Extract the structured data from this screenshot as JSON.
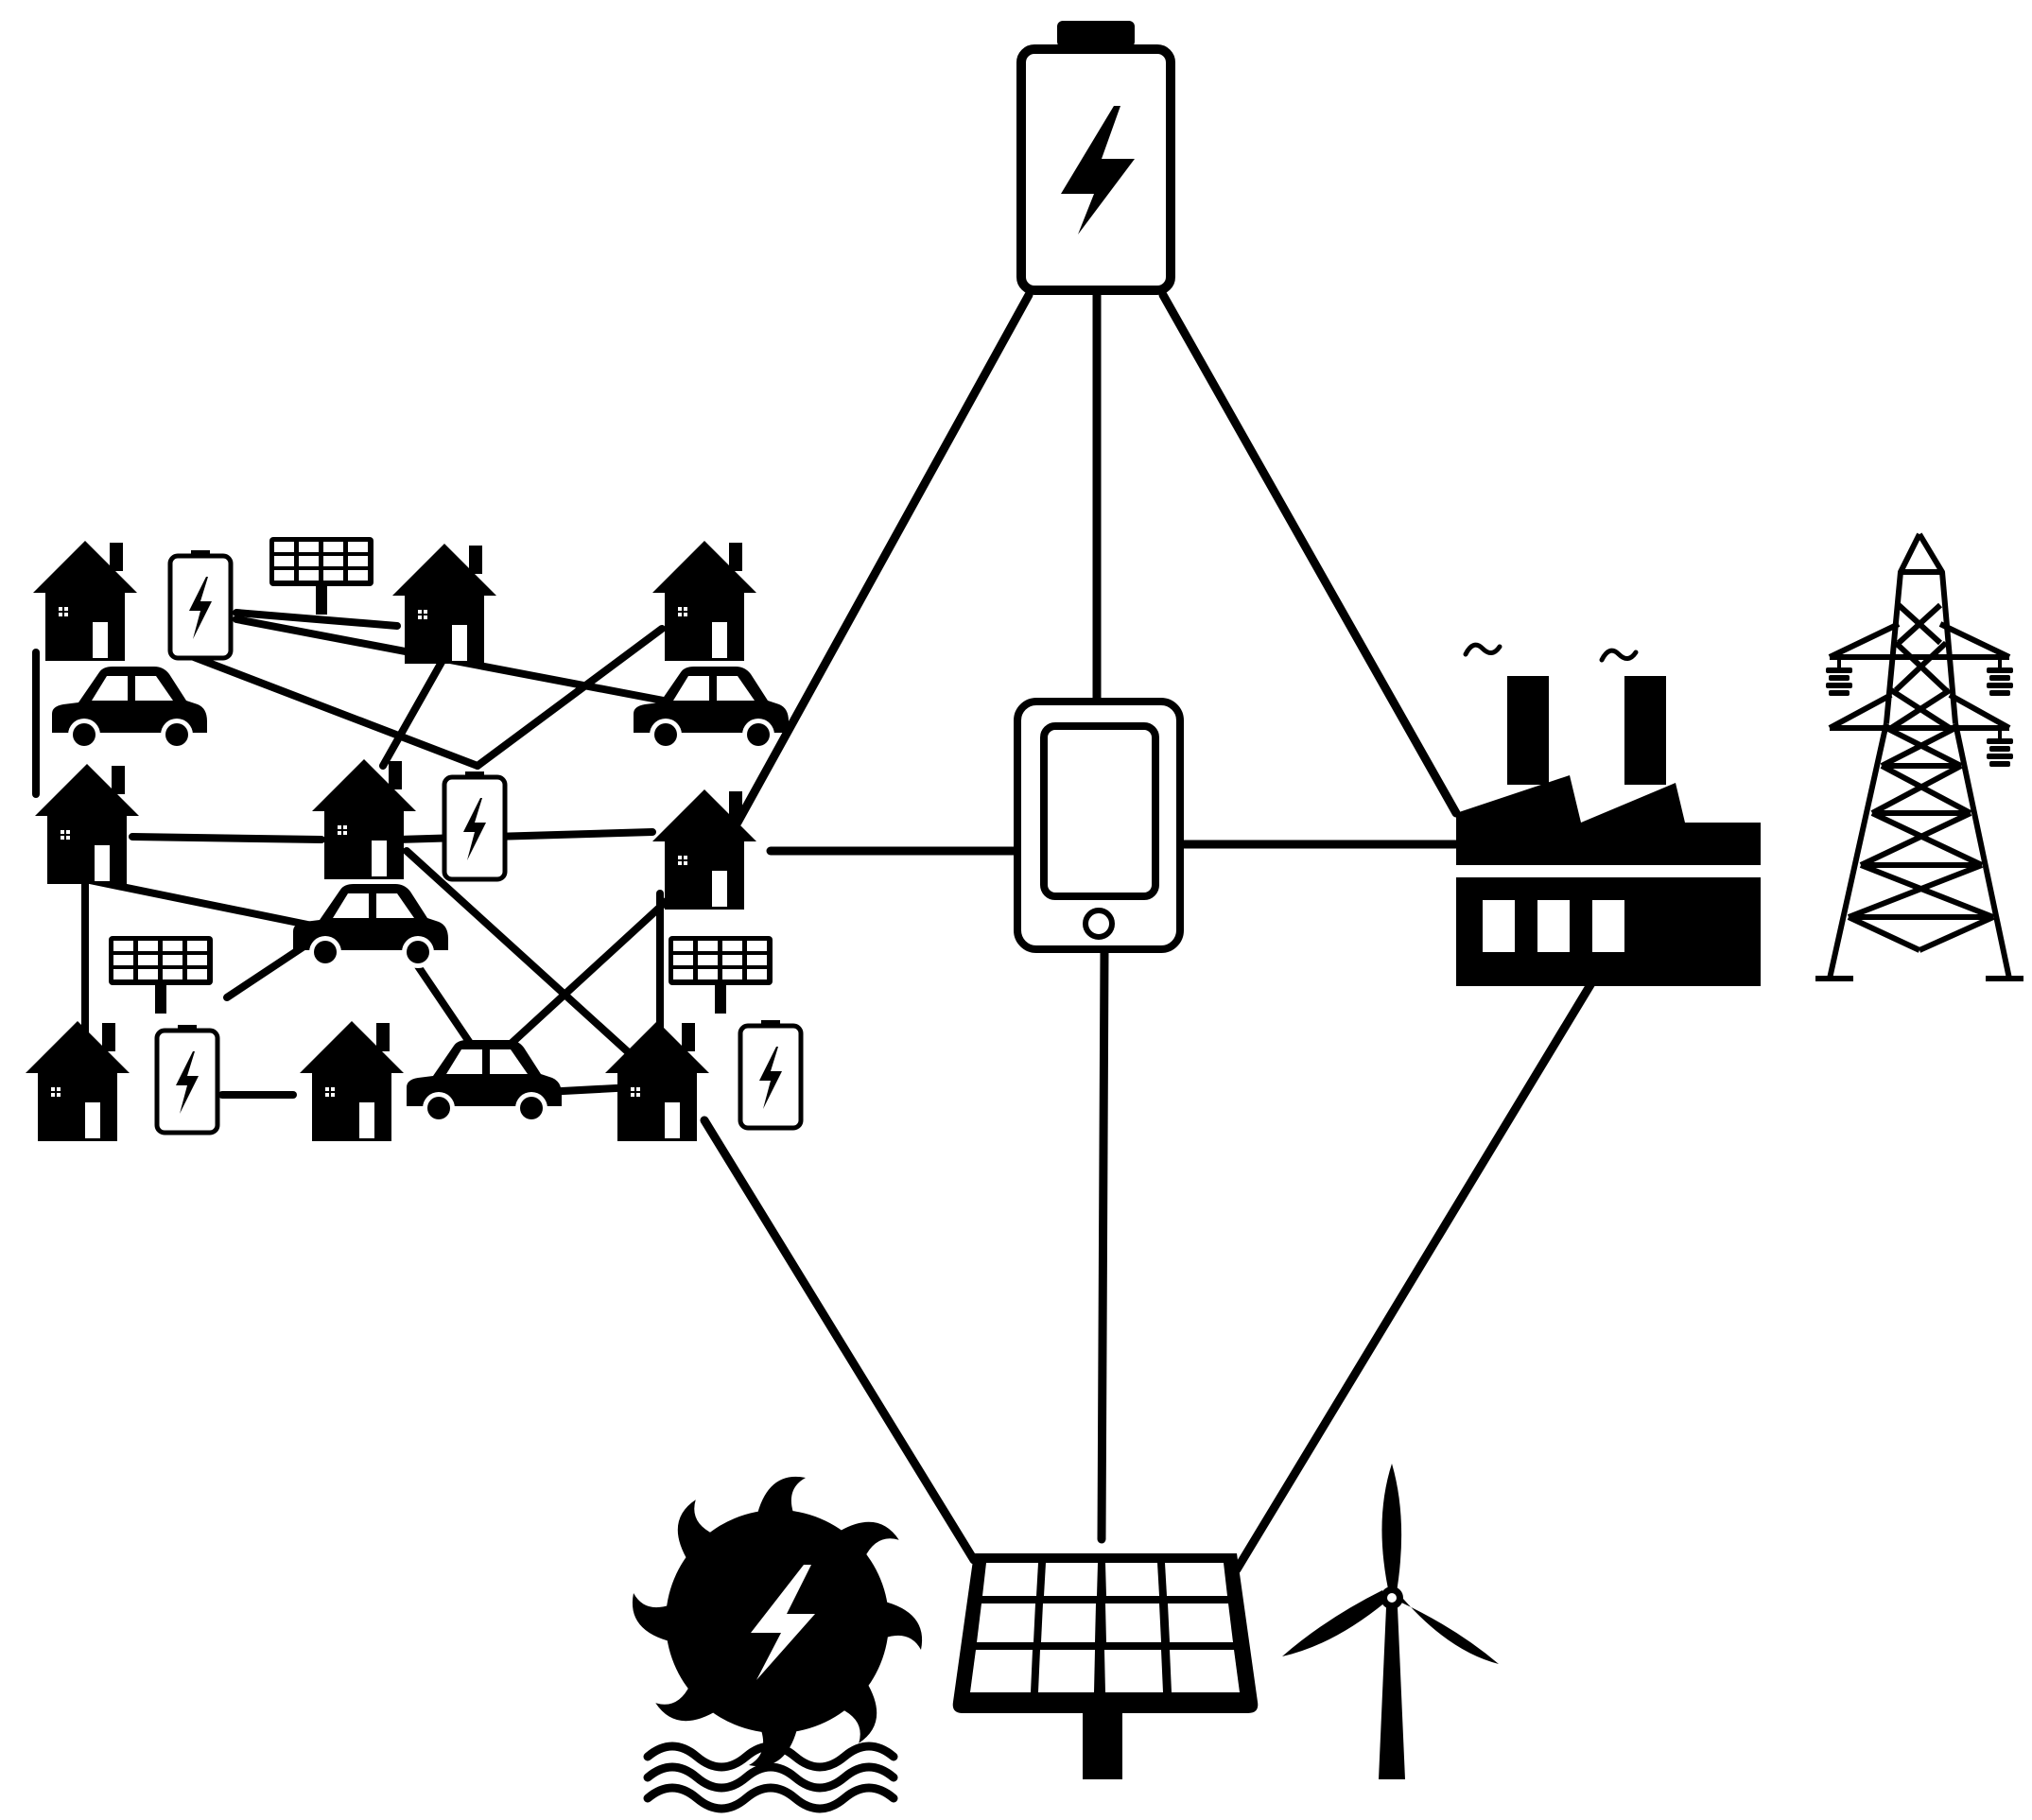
{
  "colors": {
    "ink": "#000000",
    "paper": "#ffffff"
  },
  "diagram": {
    "kind": "energy-network",
    "nodes": [
      {
        "id": "central-battery",
        "icon": "battery-icon"
      },
      {
        "id": "smartphone-controller",
        "icon": "smartphone-icon"
      },
      {
        "id": "factory",
        "icon": "factory-icon"
      },
      {
        "id": "transmission-tower",
        "icon": "power-tower-icon"
      },
      {
        "id": "solar-panel",
        "icon": "solar-panel-icon"
      },
      {
        "id": "hydro-wheel",
        "icon": "water-wheel-icon"
      },
      {
        "id": "wind-turbine",
        "icon": "wind-turbine-icon"
      },
      {
        "id": "community-microgrid",
        "icon": "microgrid-icon"
      }
    ],
    "edges": [
      [
        "central-battery",
        "smartphone-controller"
      ],
      [
        "central-battery",
        "factory"
      ],
      [
        "central-battery",
        "community-microgrid"
      ],
      [
        "smartphone-controller",
        "factory"
      ],
      [
        "smartphone-controller",
        "community-microgrid"
      ],
      [
        "smartphone-controller",
        "solar-panel"
      ],
      [
        "factory",
        "solar-panel"
      ],
      [
        "community-microgrid",
        "solar-panel"
      ]
    ]
  }
}
